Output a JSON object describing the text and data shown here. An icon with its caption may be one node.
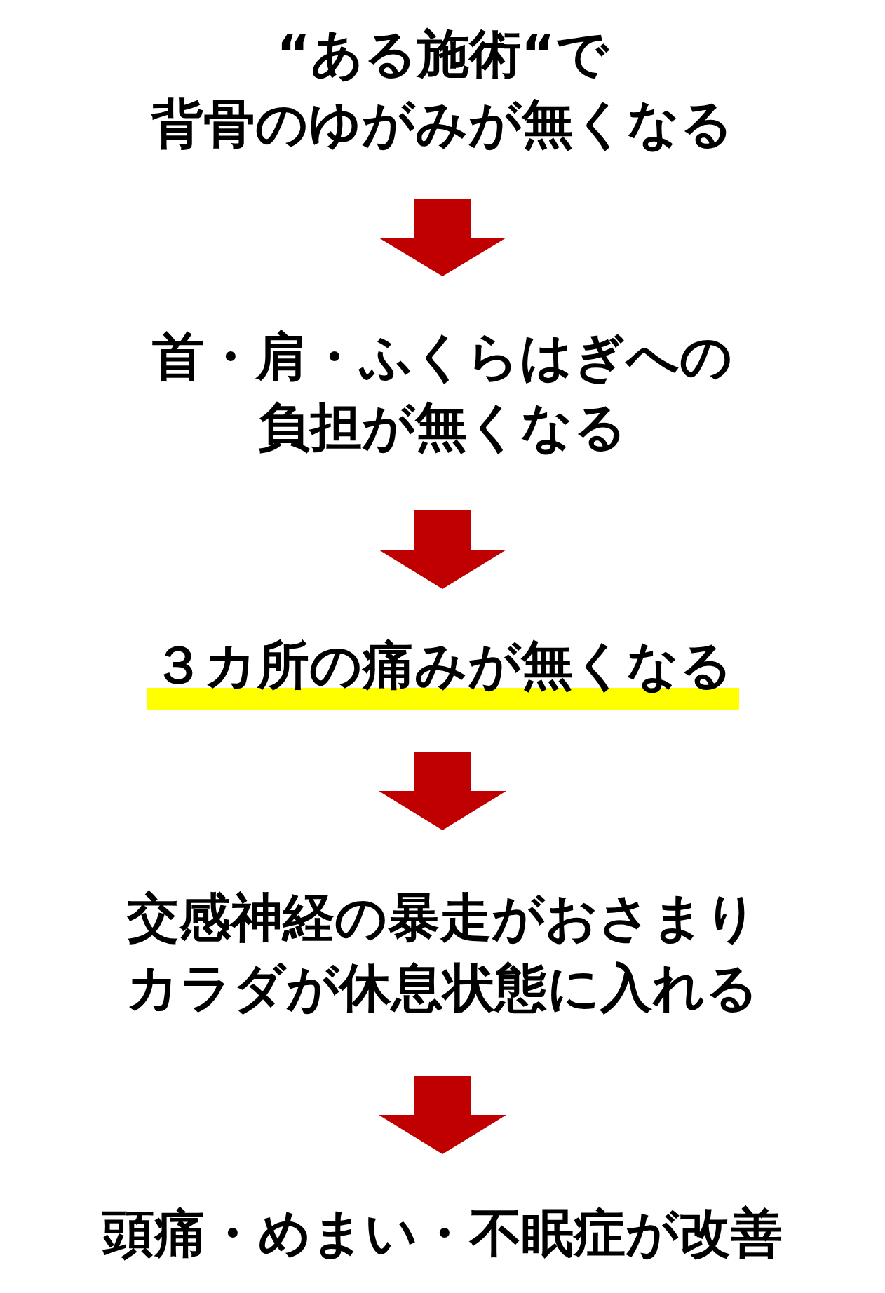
{
  "diagram": {
    "nodes": [
      {
        "text": [
          "“ある施術“で背骨のゆがみが無くなる"
        ]
      },
      {
        "text": [
          "首・肩・ふくらはぎへの負担が無くなる"
        ]
      },
      {
        "text": [
          "３カ所の痛みが無くなる"
        ]
      },
      {
        "text": [
          "交感神経の暴走がおさまりカラダが休息状態に入れる"
        ]
      },
      {
        "text": [
          "頭痛・めまい・不眠症が改善"
        ]
      }
    ],
    "edges": [
      {
        "from": 0,
        "to": 1,
        "arrow": "to"
      },
      {
        "from": 1,
        "to": 2,
        "arrow": "to"
      },
      {
        "from": 2,
        "to": 3,
        "arrow": "to"
      },
      {
        "from": 3,
        "to": 4,
        "arrow": "to"
      }
    ]
  }
}
